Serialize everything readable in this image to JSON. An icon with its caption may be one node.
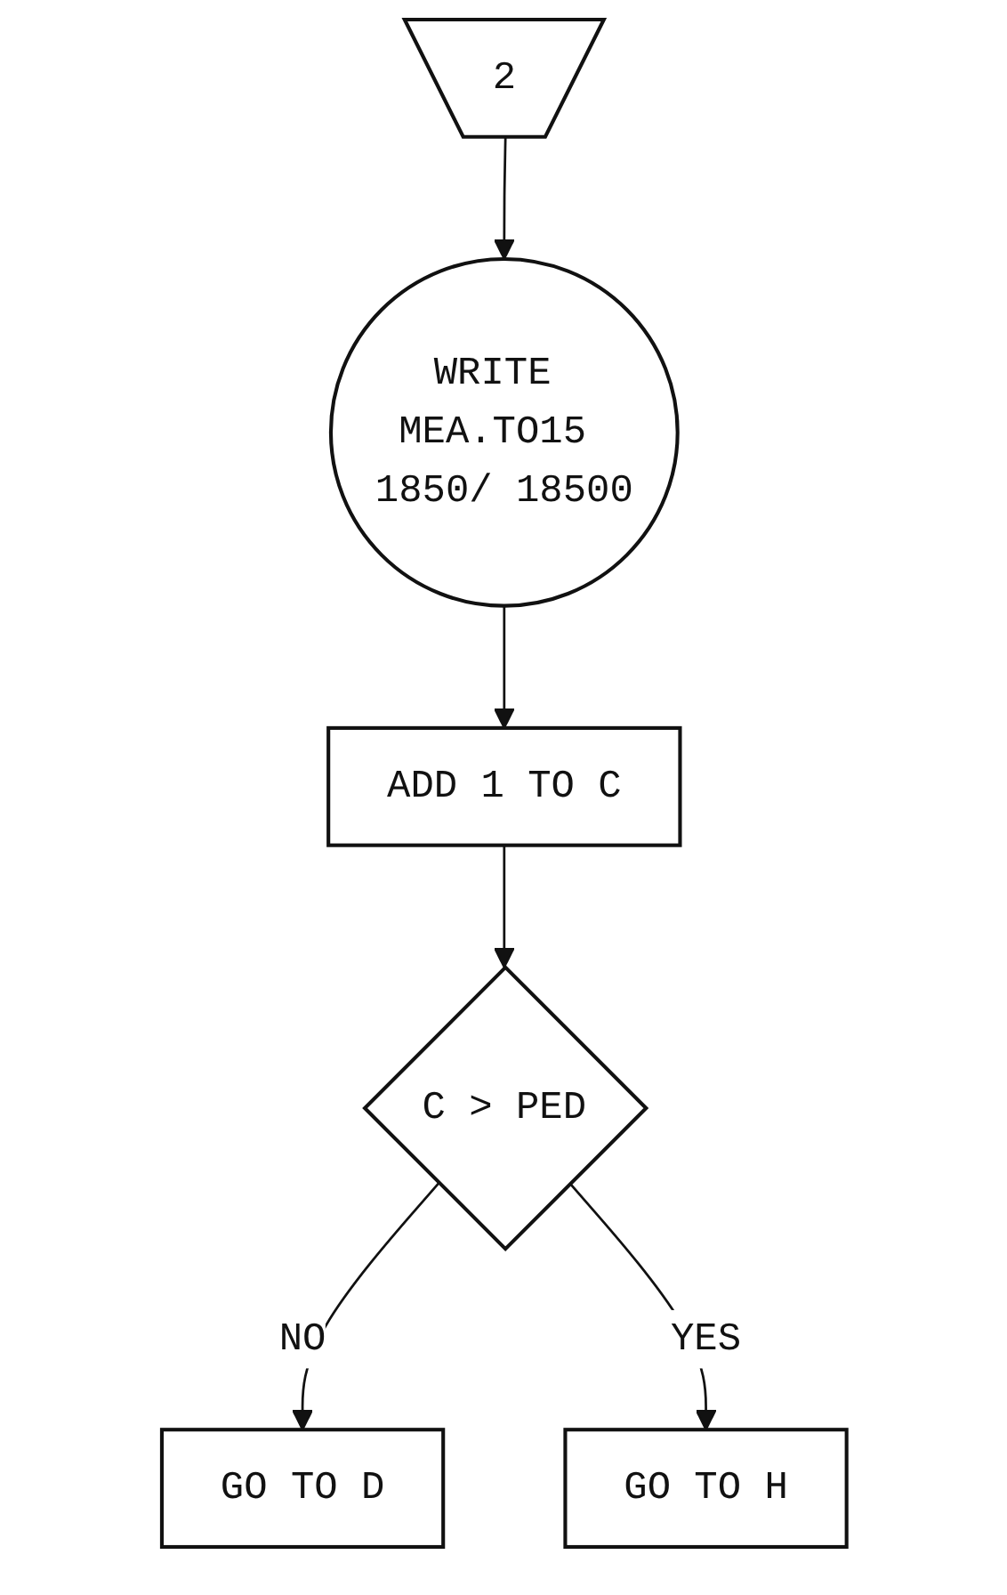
{
  "diagram": {
    "nodes": [
      {
        "text": [
          "2"
        ]
      },
      {
        "text": [
          "WRITE MEA.TO15 1850/ 18500"
        ]
      },
      {
        "text": [
          "ADD 1 TO C"
        ]
      },
      {
        "text": [
          "C > PED"
        ]
      },
      {
        "text": [
          "GO TO D"
        ]
      },
      {
        "text": [
          "GO TO H"
        ]
      }
    ],
    "edges": [
      {
        "from": 0,
        "to": 1,
        "arrow": "to"
      },
      {
        "from": 1,
        "to": 2,
        "arrow": "to"
      },
      {
        "from": 2,
        "to": 3,
        "arrow": "to"
      },
      {
        "from": 3,
        "to": 4,
        "label": "NO",
        "arrow": "to"
      },
      {
        "from": 3,
        "to": 5,
        "label": "YES",
        "arrow": "to"
      }
    ]
  }
}
